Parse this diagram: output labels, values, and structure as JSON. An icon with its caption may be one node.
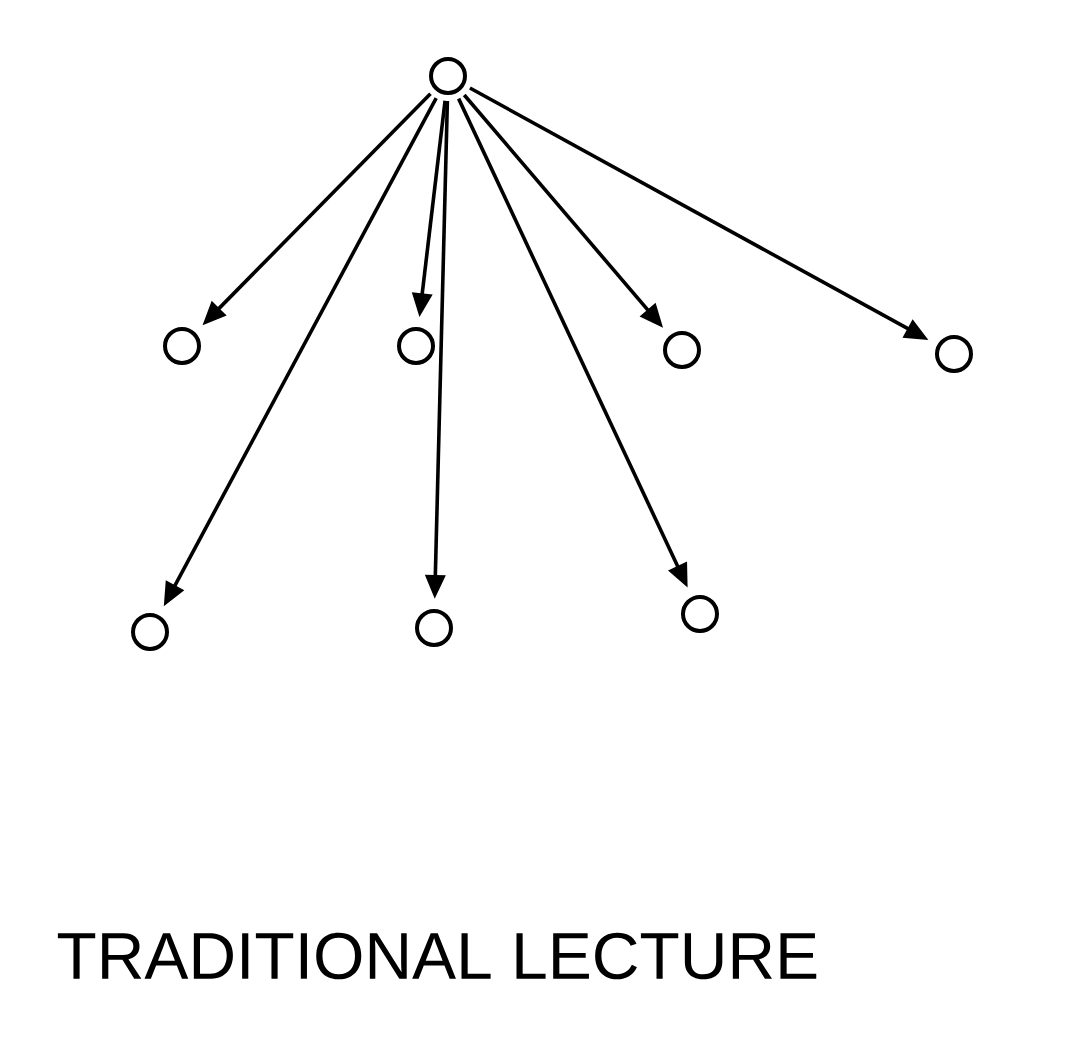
{
  "diagram": {
    "caption": "TRADITIONAL LECTURE",
    "nodes": [
      {
        "text": [],
        "shape": "circle"
      },
      {
        "text": [],
        "shape": "circle"
      },
      {
        "text": [],
        "shape": "circle"
      },
      {
        "text": [],
        "shape": "circle"
      },
      {
        "text": [],
        "shape": "circle"
      },
      {
        "text": [],
        "shape": "circle"
      },
      {
        "text": [],
        "shape": "circle"
      },
      {
        "text": [],
        "shape": "circle"
      }
    ],
    "edges": [
      {
        "from": 0,
        "to": 1,
        "arrow": "to"
      },
      {
        "from": 0,
        "to": 2,
        "arrow": "to"
      },
      {
        "from": 0,
        "to": 3,
        "arrow": "to"
      },
      {
        "from": 0,
        "to": 4,
        "arrow": "to"
      },
      {
        "from": 0,
        "to": 5,
        "arrow": "to"
      },
      {
        "from": 0,
        "to": 6,
        "arrow": "to"
      },
      {
        "from": 0,
        "to": 7,
        "arrow": "to"
      }
    ]
  }
}
